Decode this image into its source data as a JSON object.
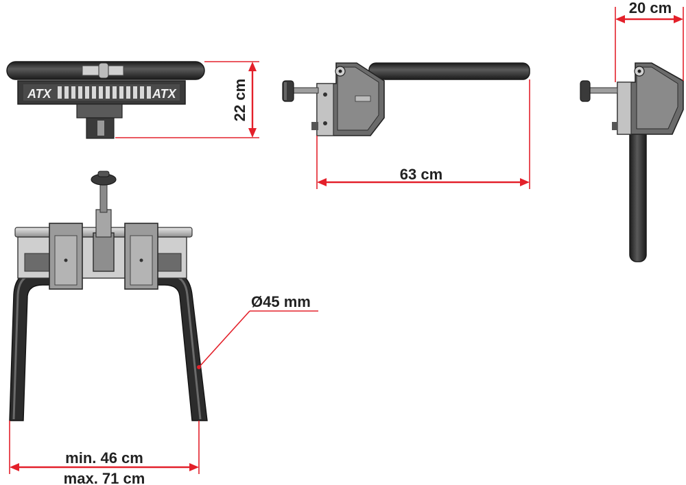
{
  "brand_logo_text": "ATX",
  "dimensions": {
    "depth": "22 cm",
    "length": "63 cm",
    "width": "20 cm",
    "tube_diameter": "Ø45 mm",
    "span_min": "min. 46 cm",
    "span_max": "max. 71 cm"
  },
  "colors": {
    "dimension_line": "#e3202a",
    "dimension_text": "#222222",
    "frame_dark": "#2a2a2a",
    "frame_steel": "#a9a9a9"
  }
}
